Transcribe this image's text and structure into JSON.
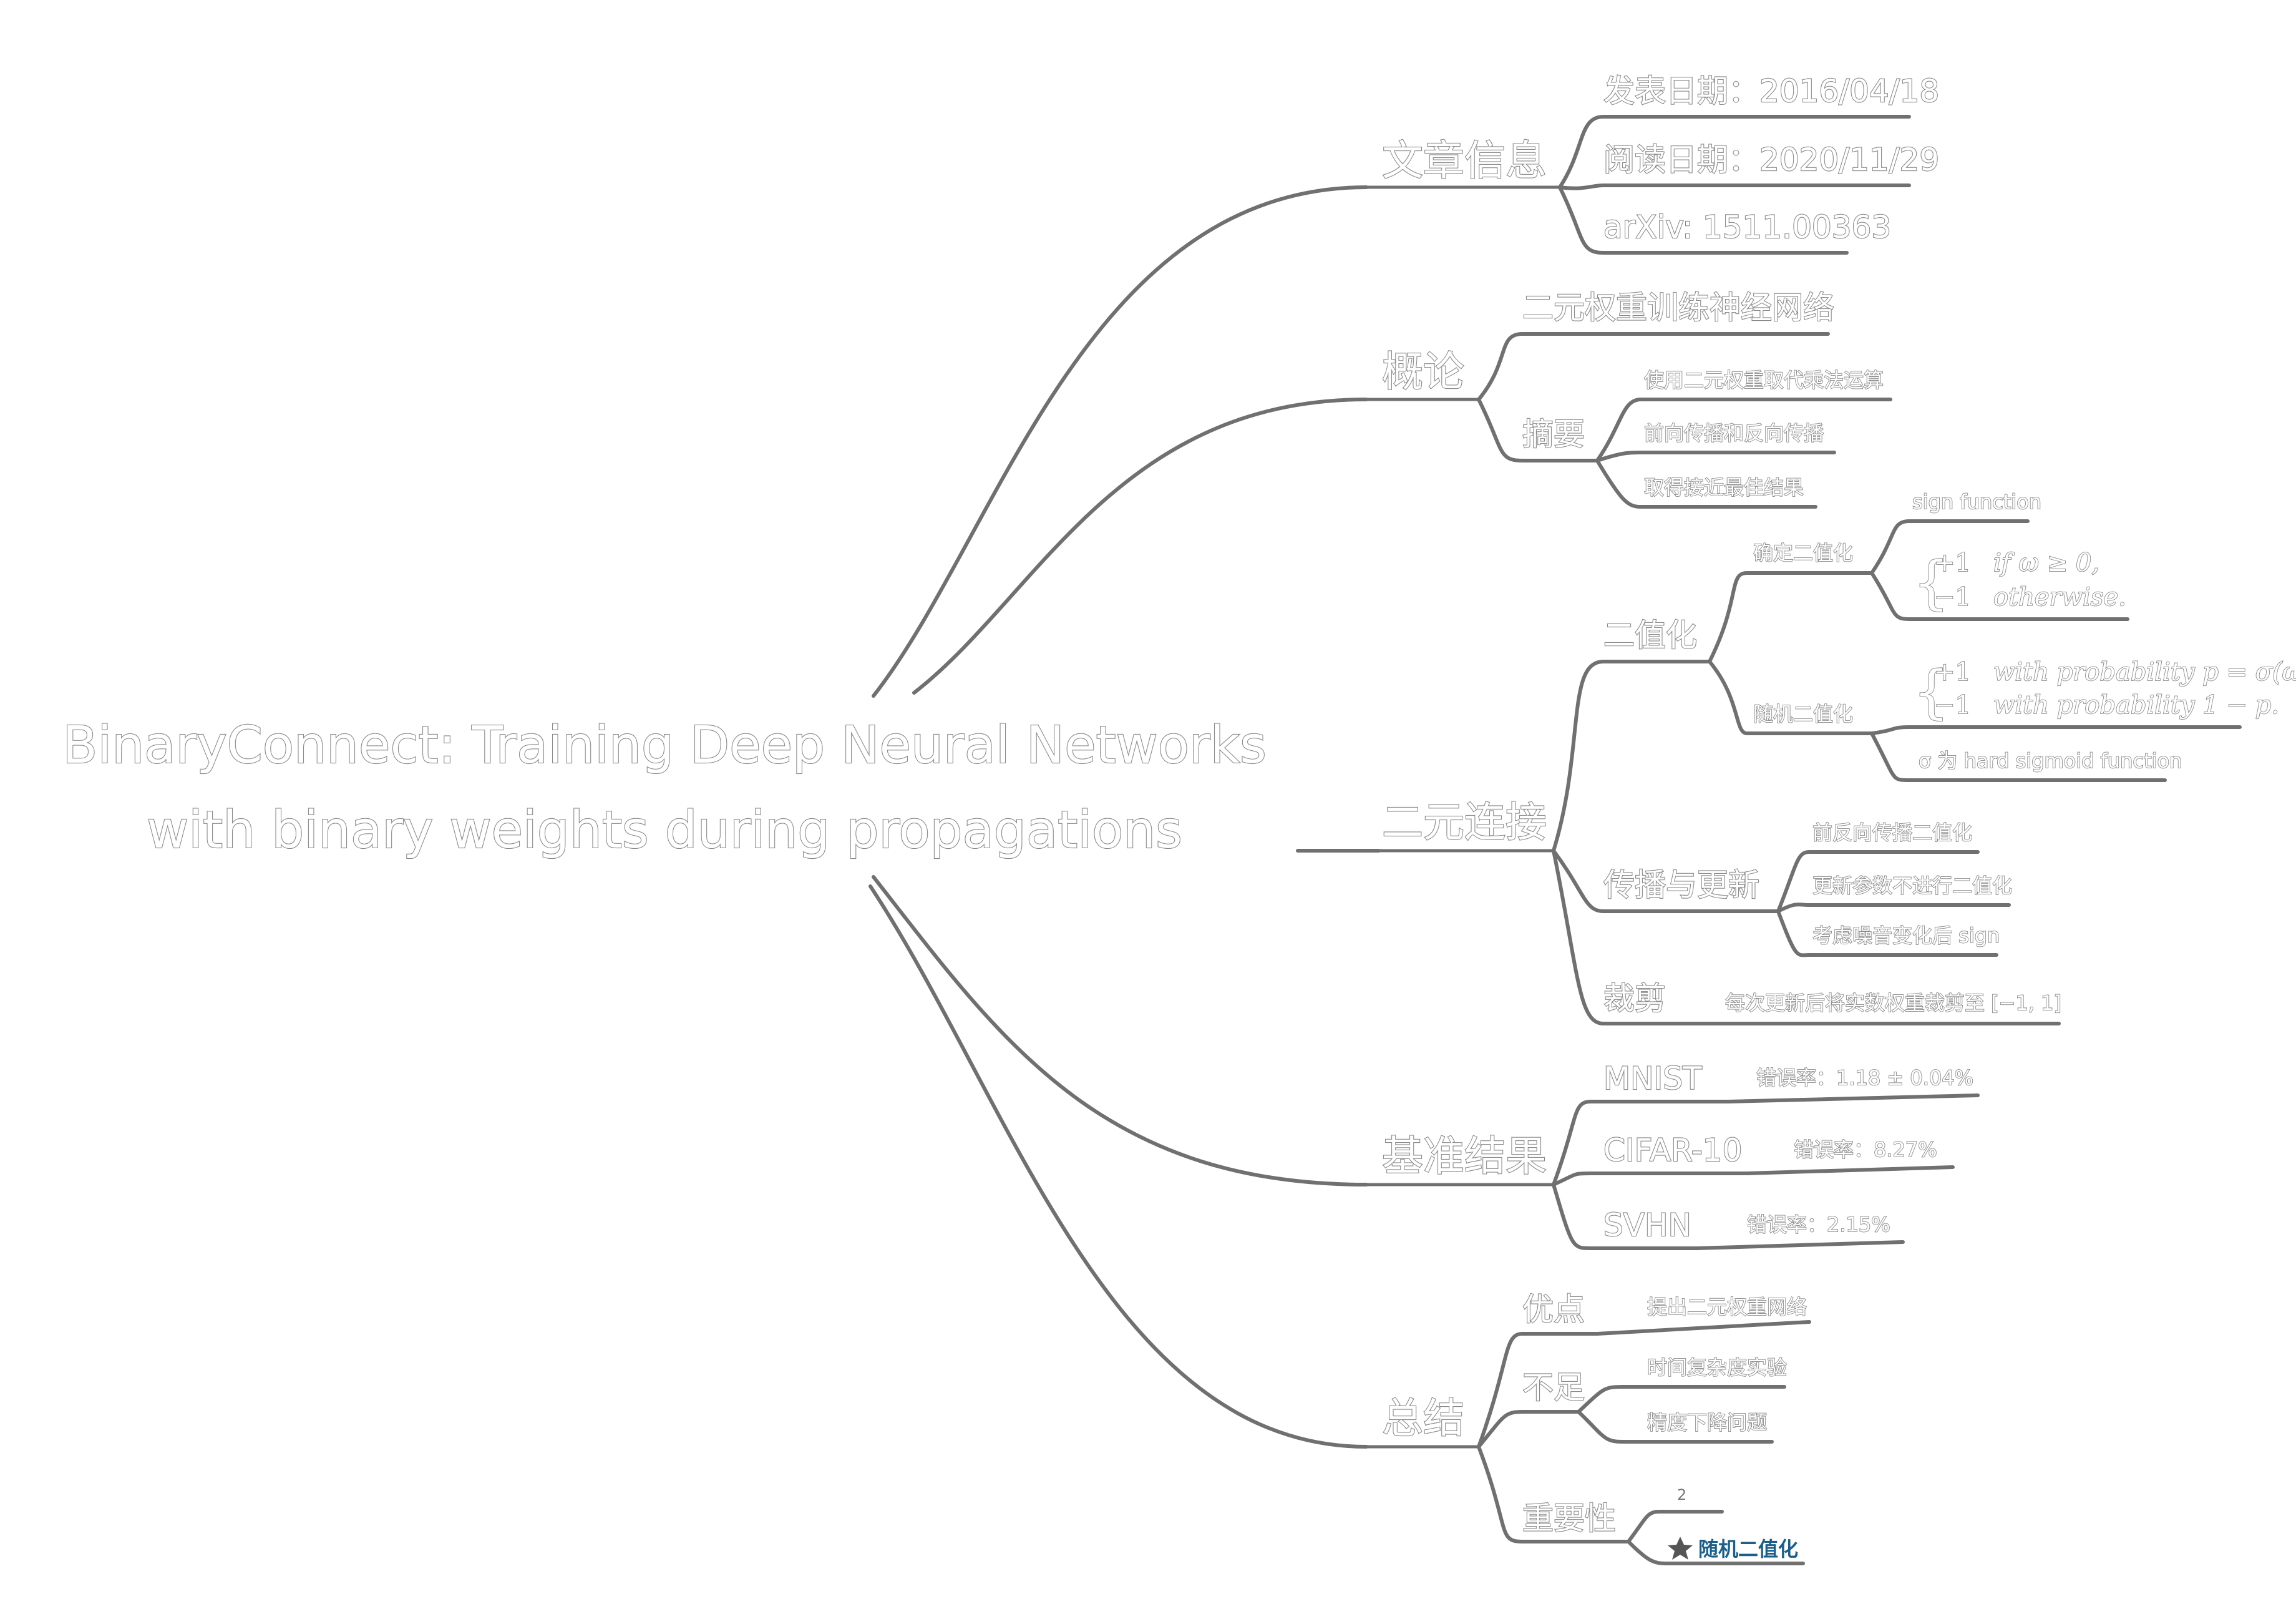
{
  "root": {
    "line1": "BinaryConnect: Training Deep Neural Networks",
    "line2": "with binary weights during propagations"
  },
  "branches": {
    "info": {
      "label": "文章信息",
      "published": "发表日期：2016/04/18",
      "read": "阅读日期：2020/11/29",
      "arxiv": "arXiv: 1511.00363"
    },
    "overview": {
      "label": "概论",
      "concept": "二元权重训练神经网络",
      "abstract": {
        "label": "摘要",
        "items": [
          "使用二元权重取代乘法运算",
          "前向传播和反向传播",
          "取得接近最佳结果"
        ]
      }
    },
    "binary": {
      "label": "二元连接",
      "binarize": {
        "label": "二值化",
        "deterministic": {
          "label": "确定二值化",
          "sign": "sign function",
          "case1_val": "+1",
          "case1_cond": "if ω ≥ 0,",
          "case2_val": "−1",
          "case2_cond": "otherwise."
        },
        "stochastic": {
          "label": "随机二值化",
          "case1_val": "+1",
          "case1_cond": "with probability p = σ(ω),",
          "case2_val": "−1",
          "case2_cond": "with probability 1 − p.",
          "sigma_note": "σ 为 hard sigmoid function"
        }
      },
      "propagation": {
        "label": "传播与更新",
        "items": [
          "前反向传播二值化",
          "更新参数不进行二值化",
          "考虑噪音变化后 sign"
        ]
      },
      "clip": {
        "label": "裁剪",
        "text": "每次更新后将实数权重裁剪至 [−1, 1]"
      }
    },
    "benchmarks": {
      "label": "基准结果",
      "items": [
        {
          "name": "MNIST",
          "result": "错误率：1.18 ± 0.04%"
        },
        {
          "name": "CIFAR-10",
          "result": "错误率：8.27%"
        },
        {
          "name": "SVHN",
          "result": "错误率：2.15%"
        }
      ]
    },
    "summary": {
      "label": "总结",
      "pros": {
        "label": "优点",
        "item": "提出二元权重网络"
      },
      "cons": {
        "label": "不足",
        "items": [
          "时间复杂度实验",
          "精度下降问题"
        ]
      },
      "importance": {
        "label": "重要性",
        "count": "2",
        "link": "随机二值化"
      }
    }
  },
  "colors": {
    "edge": "#707070",
    "outline": "#8a8a8a",
    "link": "#1a5f8a",
    "background": "#ffffff"
  }
}
